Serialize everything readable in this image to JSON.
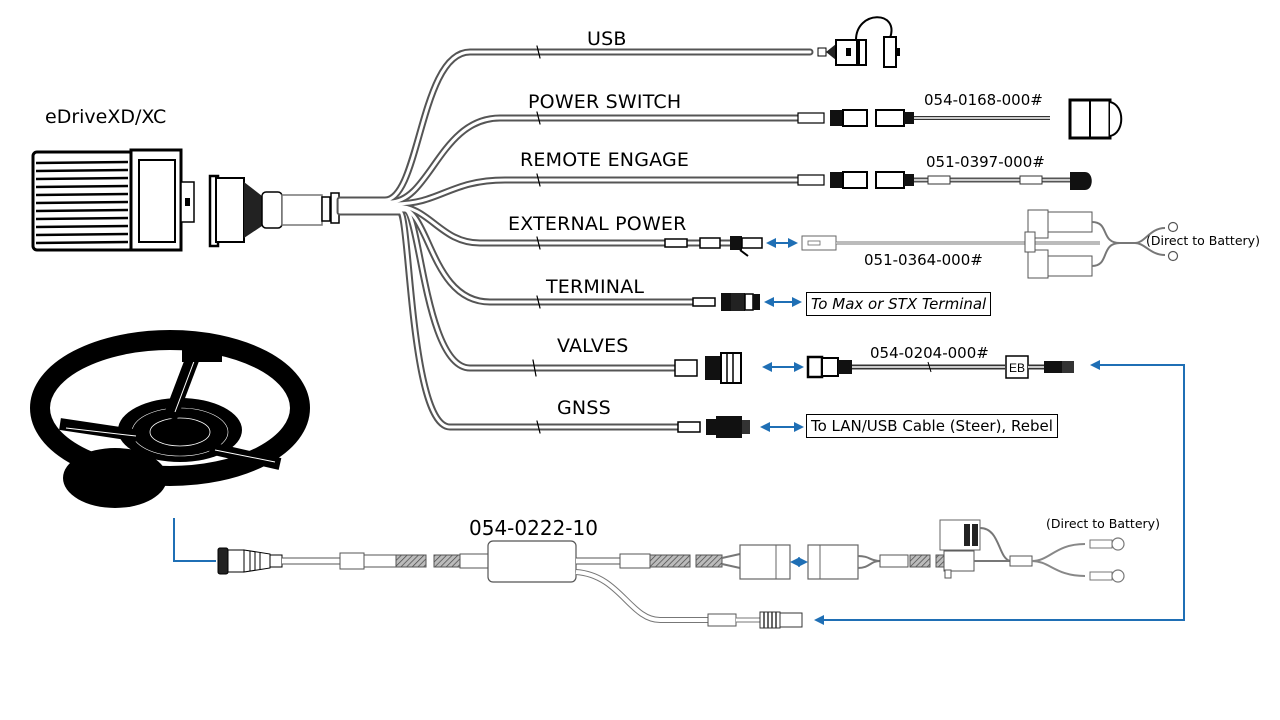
{
  "diagram": {
    "device_title": "eDriveXD/XC",
    "cables": [
      {
        "id": "usb",
        "label": "USB",
        "part_number": null
      },
      {
        "id": "power-switch",
        "label": "POWER SWITCH",
        "part_number": "054-0168-000#"
      },
      {
        "id": "remote-engage",
        "label": "REMOTE ENGAGE",
        "part_number": "051-0397-000#"
      },
      {
        "id": "external-power",
        "label": "EXTERNAL POWER",
        "part_number": "051-0364-000#",
        "note": "(Direct to Battery)"
      },
      {
        "id": "terminal",
        "label": "TERMINAL",
        "destination": "To Max or STX Terminal"
      },
      {
        "id": "valves",
        "label": "VALVES",
        "part_number": "054-0204-000#",
        "inline_marker": "EB"
      },
      {
        "id": "gnss",
        "label": "GNSS",
        "destination": "To LAN/USB Cable (Steer), Rebel"
      }
    ],
    "steering_harness": {
      "part_number": "054-0222-10",
      "note": "(Direct to  Battery)"
    },
    "colors": {
      "arrow": "#1f6fb5",
      "line": "#000000",
      "cable_fill": "#ffffff",
      "background": "#ffffff"
    }
  }
}
